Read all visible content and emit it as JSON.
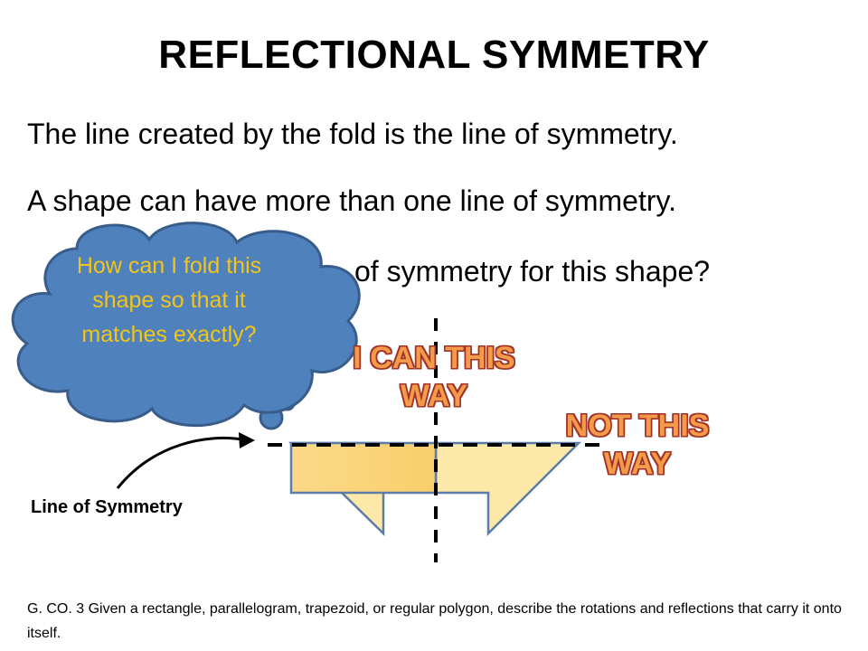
{
  "slide": {
    "title": "REFLECTIONAL SYMMETRY",
    "lines": [
      "The line created by the fold is the line of symmetry.",
      "A shape can have more than one line of symmetry.",
      "of symmetry for this shape?"
    ],
    "cloud_text": "How can I fold this shape so that it matches exactly?",
    "stamp_can": "I CAN THIS WAY",
    "stamp_not": "NOT THIS WAY",
    "line_of_symmetry_label": "Line of Symmetry",
    "standard": "G. CO. 3  Given a rectangle, parallelogram, trapezoid, or regular polygon, describe the rotations and reflections that carry it onto itself."
  },
  "colors": {
    "cloud_fill": "#4F81BD",
    "cloud_stroke": "#385D8A",
    "cloud_text": "#F2C518",
    "shape_fill_left": "#FAD57A",
    "shape_fill_right": "#FCE8A9",
    "shape_stroke": "#5B7DA8",
    "stamp_fill": "#F39B48",
    "stamp_stroke": "#A1322A"
  },
  "icons": [
    "cloud-callout-icon",
    "curved-arrow-icon"
  ]
}
